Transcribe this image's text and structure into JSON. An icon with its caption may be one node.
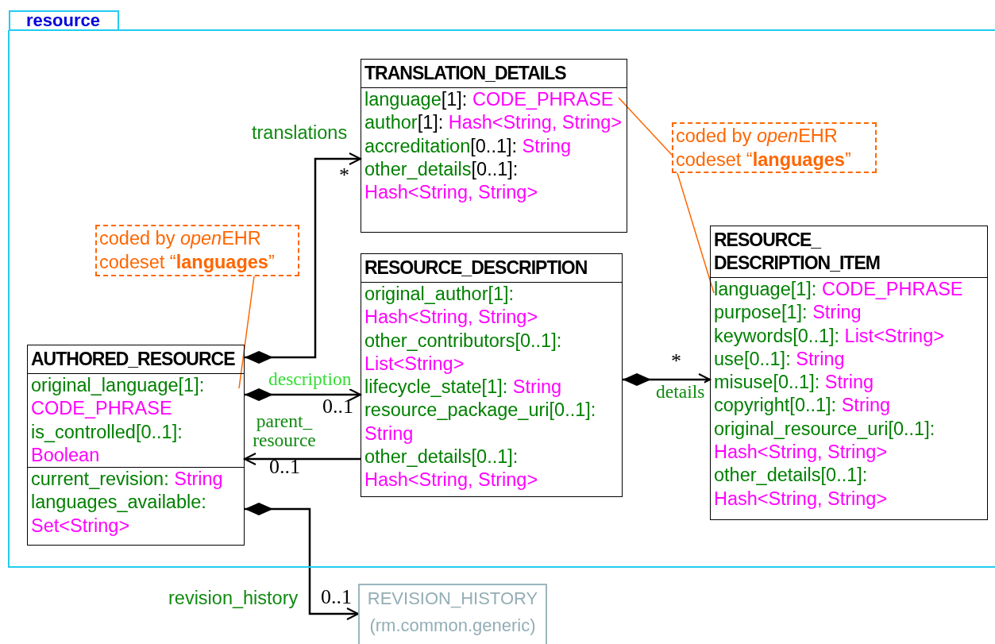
{
  "diagram": {
    "nodes": [
      {
        "text": [
          "resource"
        ]
      },
      {
        "text": [
          "TRANSLATION_DETAILS",
          "language[1]: CODE_PHRASE",
          "author[1]: Hash<String, String>",
          "accreditation[0..1]: String",
          "other_details[0..1]: Hash<String, String>"
        ],
        "in": 0
      },
      {
        "text": [
          "coded by *open*​EHR codeset “**languages**”"
        ],
        "in": 0
      },
      {
        "text": [
          "coded by *open*​EHR codeset “**languages**”"
        ],
        "in": 0
      },
      {
        "text": [
          "RESOURCE_ DESCRIPTION_ITEM",
          "language[1]: CODE_PHRASE",
          "purpose[1]: String",
          "keywords[0..1]: List<String>",
          "use[0..1]: String",
          "misuse[0..1]: String",
          "copyright[0..1]: String",
          "original_resource_uri[0..1]: Hash<String, String>",
          "other_details[0..1]: Hash<String, String>"
        ],
        "in": 0
      },
      {
        "text": [
          "RESOURCE_DESCRIPTION",
          "original_author[1]: Hash<String, String>",
          "other_contributors[0..1]: List<String>",
          "lifecycle_state[1]: String",
          "resource_package_uri[0..1]: String",
          "other_details[0..1]: Hash<String, String>"
        ],
        "in": 0
      },
      {
        "text": [
          "AUTHORED_RESOURCE",
          "original_language[1]: CODE_PHRASE",
          "is_controlled[0..1]: Boolean",
          "current_revision: String",
          "languages_available: Set<String>"
        ],
        "in": 0
      },
      {
        "text": [
          "REVISION_HISTORY",
          "(rm.common.generic)"
        ]
      }
    ],
    "edges": [
      {
        "from": 6,
        "to": 1,
        "arrow": "to",
        "label": "translations"
      },
      {
        "from": 6,
        "to": 5,
        "arrow": "to",
        "label": "description"
      },
      {
        "from": 5,
        "to": 6,
        "arrow": "to",
        "label": "parent_ resource"
      },
      {
        "from": 5,
        "to": 4,
        "arrow": "to",
        "label": "details"
      },
      {
        "from": 6,
        "to": 7,
        "arrow": "to",
        "label": "revision_history"
      },
      {
        "from": 3,
        "to": 6,
        "arrow": "none",
        "color": "#ff6600"
      },
      {
        "from": 2,
        "to": 1,
        "arrow": "none",
        "color": "#ff6600"
      },
      {
        "from": 2,
        "to": 4,
        "arrow": "none",
        "color": "#ff6600"
      }
    ],
    "labels": [
      "*",
      "0..1",
      "0..1",
      "*",
      "0..1"
    ]
  }
}
